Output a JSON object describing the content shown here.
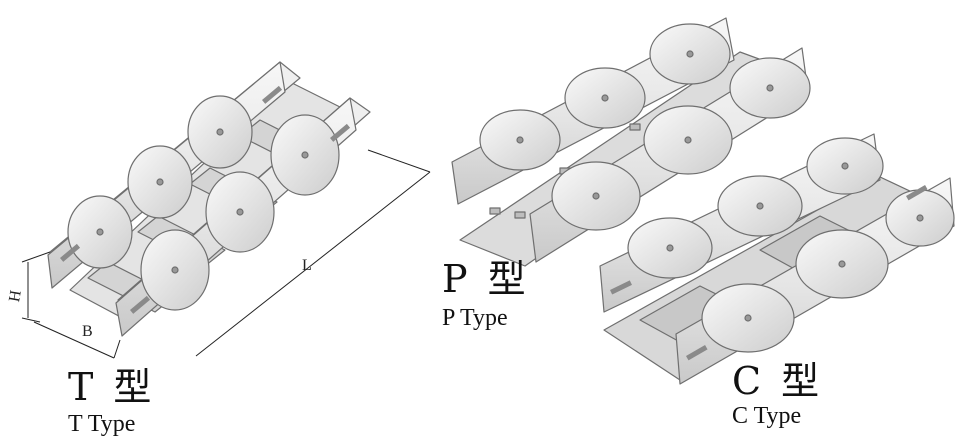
{
  "types": [
    {
      "id": "t",
      "title": "T 型",
      "subtitle": "T Type"
    },
    {
      "id": "p",
      "title": "P 型",
      "subtitle": "P Type"
    },
    {
      "id": "c",
      "title": "C 型",
      "subtitle": "C Type"
    }
  ],
  "dimensions": {
    "height": "H",
    "width": "B",
    "length": "L"
  },
  "colors": {
    "body": "#e9e9e9",
    "shade": "#bdbdbd",
    "line": "#6f6f6f",
    "floor": "#cfcfcf"
  }
}
